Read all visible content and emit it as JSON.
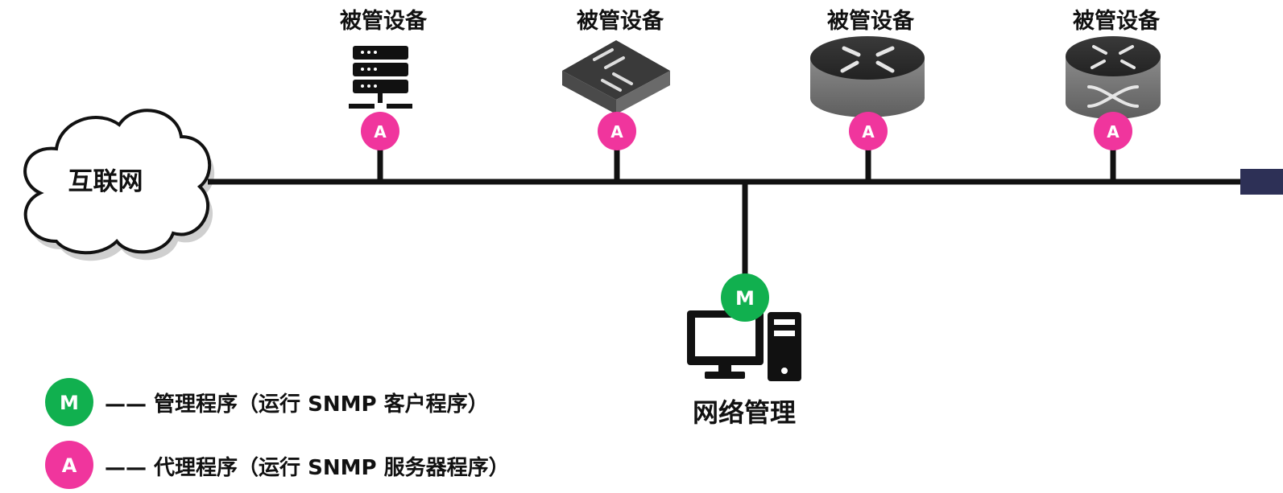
{
  "internet": {
    "label": "互联网"
  },
  "devices": [
    {
      "label": "被管设备",
      "icon": "server-icon",
      "badge": "A"
    },
    {
      "label": "被管设备",
      "icon": "switch-icon",
      "badge": "A"
    },
    {
      "label": "被管设备",
      "icon": "router-icon",
      "badge": "A"
    },
    {
      "label": "被管设备",
      "icon": "multilayer-switch-icon",
      "badge": "A"
    }
  ],
  "manager": {
    "label": "网络管理",
    "icon": "desktop-computer-icon",
    "badge": "M"
  },
  "legend": [
    {
      "badge": "M",
      "text": "—— 管理程序（运行 SNMP 客户程序）"
    },
    {
      "badge": "A",
      "text": "—— 代理程序（运行 SNMP 服务器程序）"
    }
  ],
  "colors": {
    "manager_badge": "#11b04f",
    "agent_badge": "#f0359d",
    "line": "#111111",
    "edge_square": "#2d3056"
  }
}
